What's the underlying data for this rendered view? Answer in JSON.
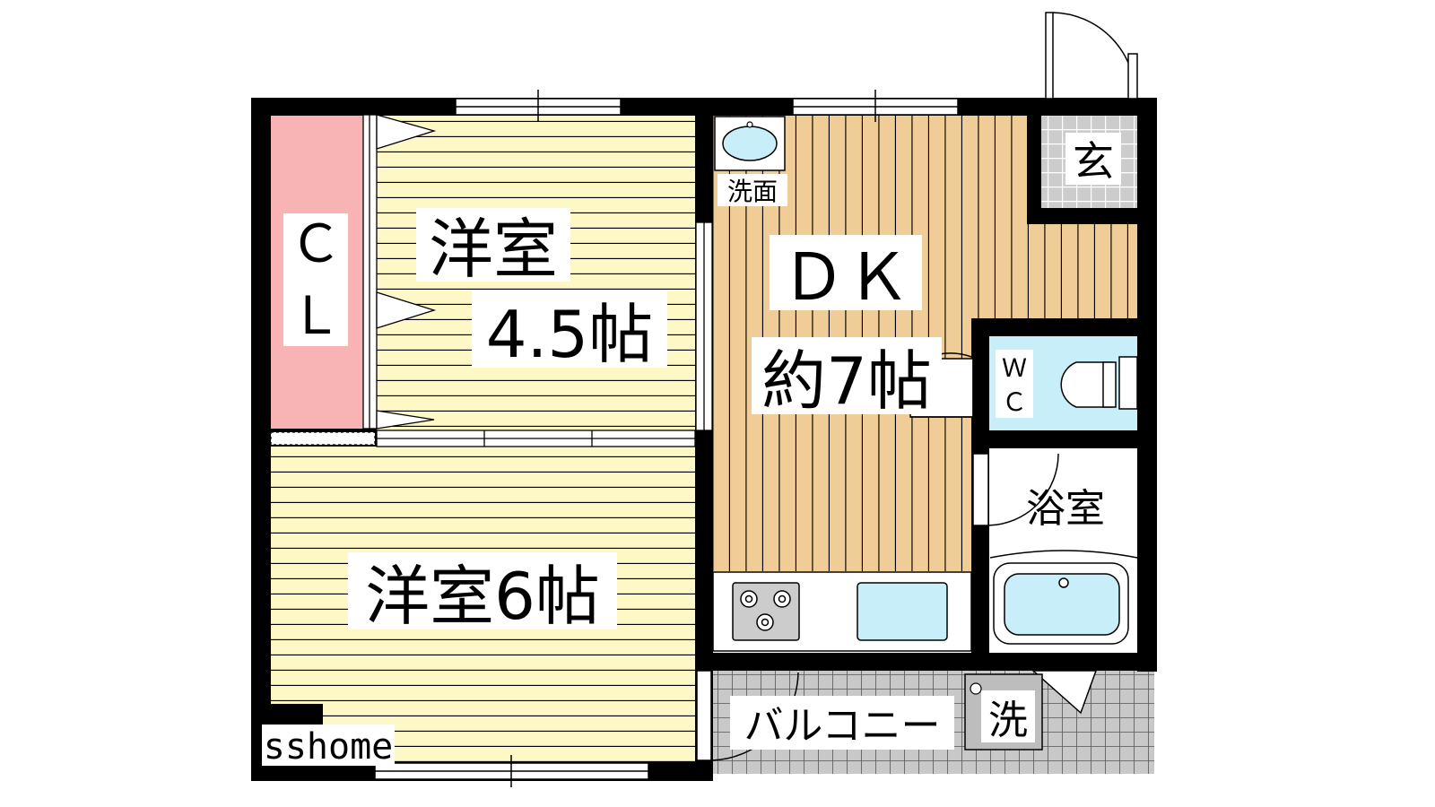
{
  "rooms": {
    "closet": "ＣＬ",
    "western_room_small": {
      "name": "洋室",
      "size": "4.5帖"
    },
    "western_room_large": "洋室6帖",
    "dining_kitchen": {
      "name": "ＤＫ",
      "size": "約7帖"
    },
    "washbasin": "洗面",
    "entrance": "玄",
    "toilet": "ＷＣ",
    "bathroom": "浴室",
    "balcony": "バルコニー",
    "washer": "洗"
  },
  "watermark": "sshome",
  "colors": {
    "wall": "#000000",
    "western_floor": "#fdf8c6",
    "dk_floor": "#f0cc96",
    "closet": "#f8b4b4",
    "water": "#c8eefa",
    "tile": "#cccccc",
    "balcony_tile": "#c8c8c8"
  },
  "icons": [
    "washbasin-icon",
    "stove-icon",
    "sink-icon",
    "toilet-icon",
    "bathtub-icon",
    "washer-icon",
    "door-swing-icon",
    "window-icon"
  ]
}
